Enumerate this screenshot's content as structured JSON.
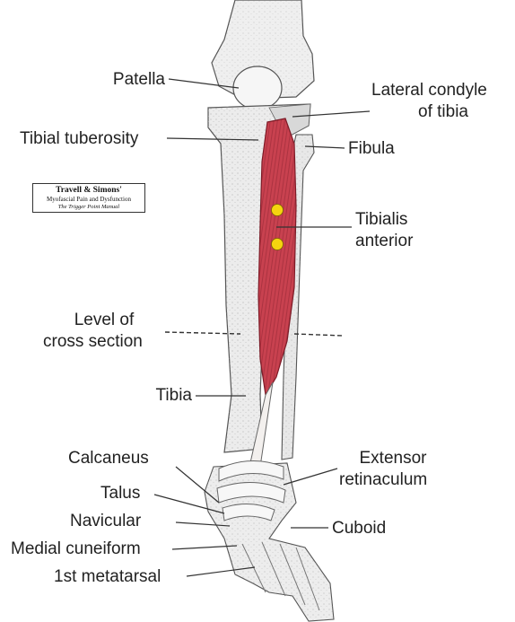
{
  "labels": {
    "patella": "Patella",
    "lateral_condyle_line1": "Lateral condyle",
    "lateral_condyle_line2": "of tibia",
    "tibial_tuberosity": "Tibial tuberosity",
    "fibula": "Fibula",
    "tibialis_line1": "Tibialis",
    "tibialis_line2": "anterior",
    "level_line1": "Level of",
    "level_line2": "cross section",
    "tibia": "Tibia",
    "calcaneus": "Calcaneus",
    "talus": "Talus",
    "navicular": "Navicular",
    "medial_cuneiform": "Medial cuneiform",
    "first_metatarsal": "1st metatarsal",
    "extensor_line1": "Extensor",
    "extensor_line2": "retinaculum",
    "cuboid": "Cuboid"
  },
  "credit": {
    "line1": "Travell & Simons'",
    "line2": "Myofascial Pain and Dysfunction",
    "line3": "The Trigger Point Manual"
  },
  "colors": {
    "muscle": "#c8414f",
    "muscle_dark": "#8e1f2c",
    "bone": "#ededed",
    "bone_shade": "#b9b9b9",
    "trigger_point": "#f5d40f",
    "leader_line": "#333333"
  }
}
